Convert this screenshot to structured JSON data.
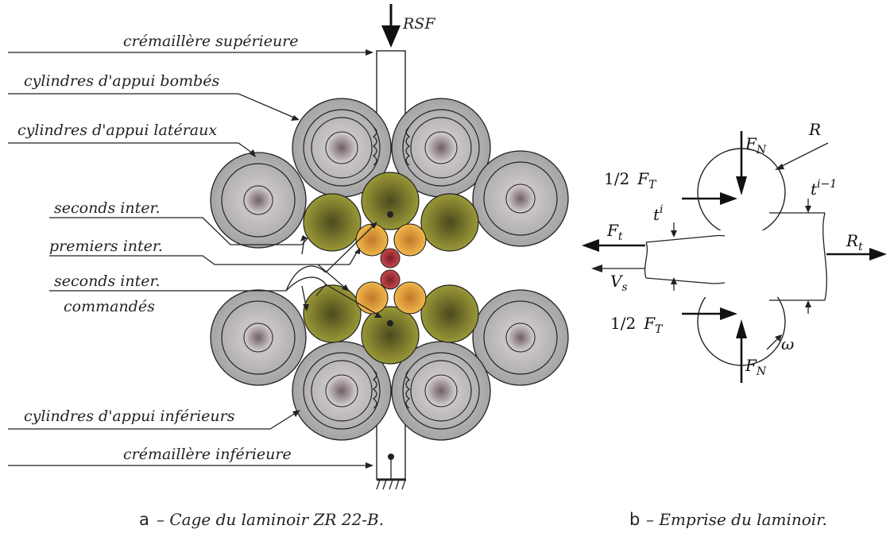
{
  "left_diagram": {
    "force_label": "RSF",
    "labels": {
      "cremaillere_sup": "crémaillère supérieure",
      "appui_bombes": "cylindres d'appui bombés",
      "appui_lateraux": "cylindres d'appui latéraux",
      "seconds_inter": "seconds inter.",
      "premiers_inter": "premiers inter.",
      "seconds_inter_cmd_1": "seconds inter.",
      "seconds_inter_cmd_2": "commandés",
      "appui_inferieurs": "cylindres d'appui inférieurs",
      "cremaillere_inf": "crémaillère inférieure"
    },
    "caption_letter": "a",
    "caption_text": "– Cage du laminoir ZR 22-B.",
    "colors": {
      "backup": "#a8a8a8",
      "second_intermediate": "#8c8a2e",
      "first_intermediate": "#e7a83c",
      "work_roll": "#b0383c"
    }
  },
  "right_diagram": {
    "labels": {
      "FN": "F",
      "FN_sub": "N",
      "FT_coef": "1/2",
      "FT": "F",
      "FT_sub": "T",
      "R": "R",
      "t_prev": "t",
      "t_prev_sup": "i−1",
      "t_cur": "t",
      "t_cur_sup": "i",
      "Ft": "F",
      "Ft_sub": "t",
      "Rt": "R",
      "Rt_sub": "t",
      "Vs": "V",
      "Vs_sub": "s",
      "omega": "ω"
    },
    "caption_letter": "b",
    "caption_text": "– Emprise du laminoir."
  }
}
